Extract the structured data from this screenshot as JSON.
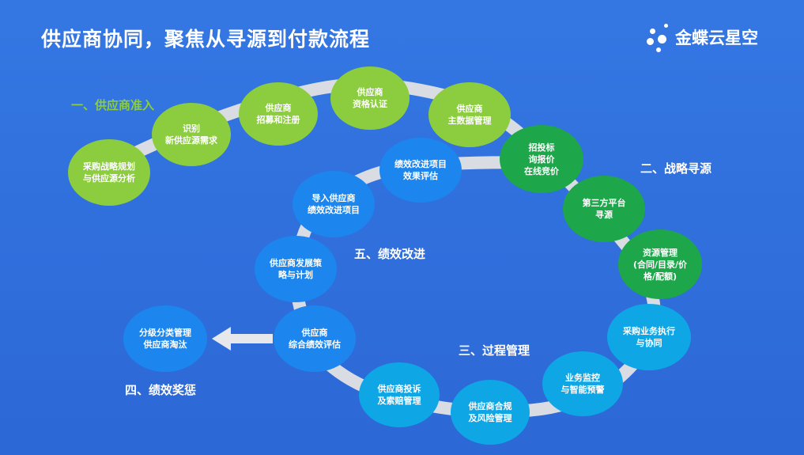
{
  "title": "供应商协同，聚焦从寻源到付款流程",
  "logo": {
    "text": "金蝶云星空",
    "icon": "kingdee-dots-icon"
  },
  "colors": {
    "background": "#2f6fdd",
    "track": "#d9dde3",
    "lime": "#8ccd3f",
    "green": "#1ea64a",
    "cyan": "#0fa6e6",
    "blue": "#1c86ee"
  },
  "stages": {
    "s1": "一、供应商准入",
    "s2": "二、战略寻源",
    "s3": "三、过程管理",
    "s4": "四、绩效奖惩",
    "s5": "五、绩效改进"
  },
  "nodes": {
    "n1": "采购战略规划\n与供应源分析",
    "n2": "识别\n新供应源需求",
    "n3": "供应商\n招募和注册",
    "n4": "供应商\n资格认证",
    "n5": "供应商\n主数据管理",
    "n6": "招投标\n询报价\n在线竞价",
    "n7": "第三方平台\n寻源",
    "n8": "资源管理\n(合同/目录/价\n格/配额)",
    "n9": "采购业务执行\n与协同",
    "n10": "业务监控\n与智能预警",
    "n11": "供应商合规\n及风险管理",
    "n12": "供应商投诉\n及索赔管理",
    "n13": "供应商\n综合绩效评估",
    "n14": "供应商发展策\n略与计划",
    "n15": "导入供应商\n绩效改进项目",
    "n16": "绩效改进项目\n效果评估",
    "side": "分级分类管理\n供应商淘汰"
  }
}
